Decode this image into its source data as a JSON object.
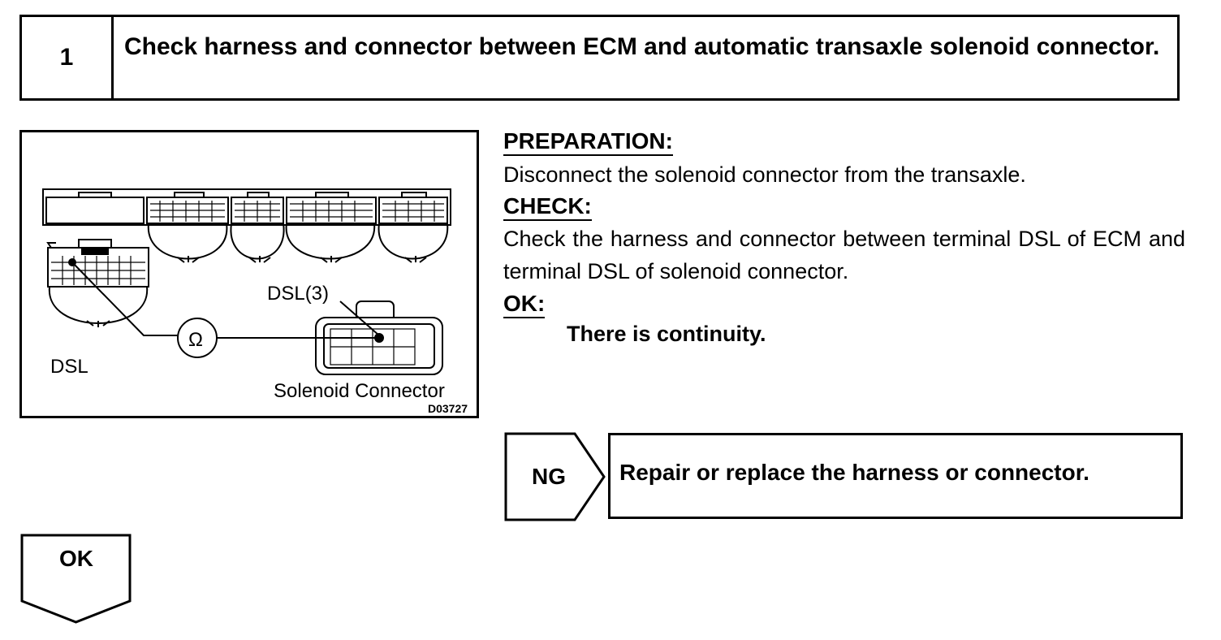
{
  "step": {
    "number": "1",
    "title": "Check harness and connector between ECM and automatic transaxle solenoid connector."
  },
  "figure": {
    "labels": {
      "dsl_pin": "DSL(3)",
      "dsl": "DSL",
      "ohm_symbol": "Ω",
      "solenoid_connector": "Solenoid Connector",
      "figure_code": "D03727"
    }
  },
  "preparation": {
    "heading": "PREPARATION:",
    "text": "Disconnect the solenoid connector from the transaxle."
  },
  "check": {
    "heading": "CHECK:",
    "text": "Check the harness and connector between terminal DSL of ECM and terminal DSL of solenoid connector."
  },
  "ok": {
    "heading": "OK:",
    "result": "There is continuity."
  },
  "ng_branch": {
    "label": "NG",
    "action": "Repair or replace the harness or connector."
  },
  "ok_branch": {
    "label": "OK"
  }
}
